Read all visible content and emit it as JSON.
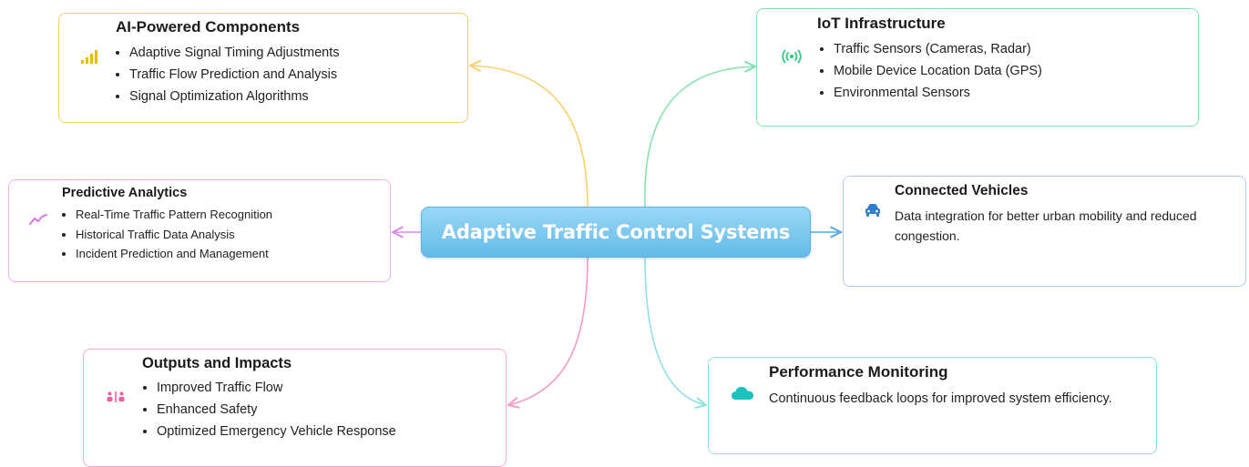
{
  "center": {
    "label": "Adaptive Traffic Control Systems"
  },
  "nodes": {
    "ai_components": {
      "title": "AI-Powered Components",
      "icon": "signal-bars-icon",
      "color": "#f6c343",
      "items": [
        "Adaptive Signal Timing Adjustments",
        "Traffic Flow Prediction and Analysis",
        "Signal Optimization Algorithms"
      ]
    },
    "iot_infrastructure": {
      "title": "IoT Infrastructure",
      "icon": "broadcast-sensor-icon",
      "color": "#35d08a",
      "items": [
        "Traffic Sensors (Cameras, Radar)",
        "Mobile Device Location Data (GPS)",
        "Environmental Sensors"
      ]
    },
    "predictive_analytics": {
      "title": "Predictive Analytics",
      "icon": "trend-line-icon",
      "color": "#d86ee6",
      "items": [
        "Real-Time Traffic Pattern Recognition",
        "Historical Traffic Data Analysis",
        "Incident Prediction and Management"
      ]
    },
    "connected_vehicles": {
      "title": "Connected Vehicles",
      "icon": "car-icon",
      "color": "#3a8fd6",
      "description": "Data integration for better urban mobility and reduced congestion."
    },
    "outputs_impacts": {
      "title": "Outputs and Impacts",
      "icon": "people-balance-icon",
      "color": "#ef6aa8",
      "items": [
        "Improved Traffic Flow",
        "Enhanced Safety",
        "Optimized Emergency Vehicle Response"
      ]
    },
    "performance_monitoring": {
      "title": "Performance Monitoring",
      "icon": "cloud-icon",
      "color": "#22c3bf",
      "description": "Continuous feedback loops for improved system efficiency."
    }
  }
}
